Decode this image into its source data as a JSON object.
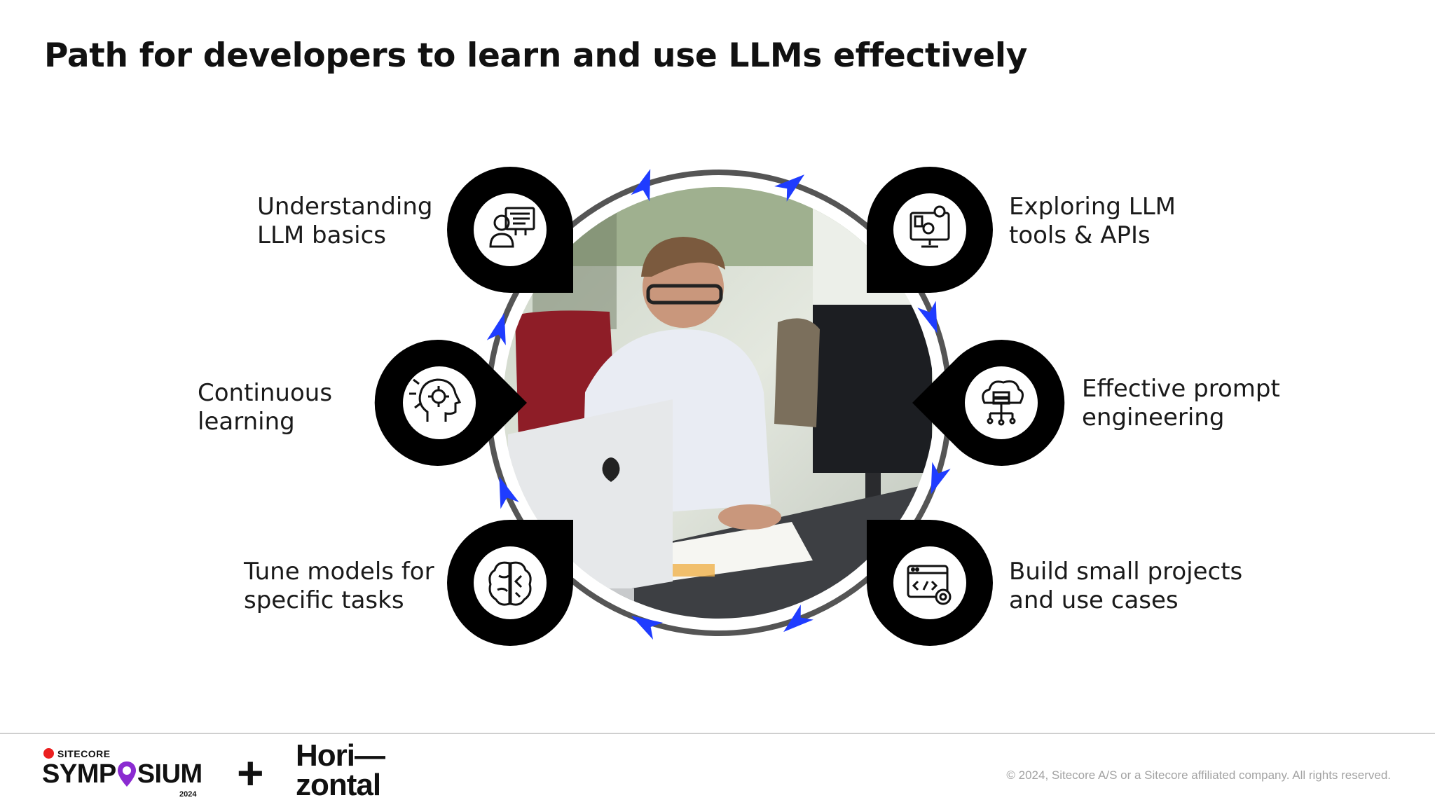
{
  "title": "Path for developers to learn and use LLMs effectively",
  "steps": [
    {
      "line1": "Understanding",
      "line2": "LLM basics",
      "icon": "developer-at-computer-icon"
    },
    {
      "line1": "Exploring LLM",
      "line2": "tools & APIs",
      "icon": "computer-with-gear-and-pin-icon"
    },
    {
      "line1": "Effective prompt",
      "line2": "engineering",
      "icon": "cloud-server-network-icon"
    },
    {
      "line1": "Build small projects",
      "line2": "and use cases",
      "icon": "code-window-with-gear-icon"
    },
    {
      "line1": "Tune models for",
      "line2": "specific tasks",
      "icon": "brain-circuit-icon"
    },
    {
      "line1": "Continuous",
      "line2": "learning",
      "icon": "head-with-gear-icon"
    }
  ],
  "colors": {
    "accent_arrow": "#1f3cff",
    "ring": "#555555",
    "pin": "#000000"
  },
  "footer": {
    "brand_small": "SITECORE",
    "brand_event_pre": "SYMP",
    "brand_event_post": "SIUM",
    "brand_year": "2024",
    "plus": "+",
    "partner_line1": "Hori—",
    "partner_line2": "zontal",
    "copyright": "© 2024, Sitecore A/S or a Sitecore affiliated company. All rights reserved."
  }
}
